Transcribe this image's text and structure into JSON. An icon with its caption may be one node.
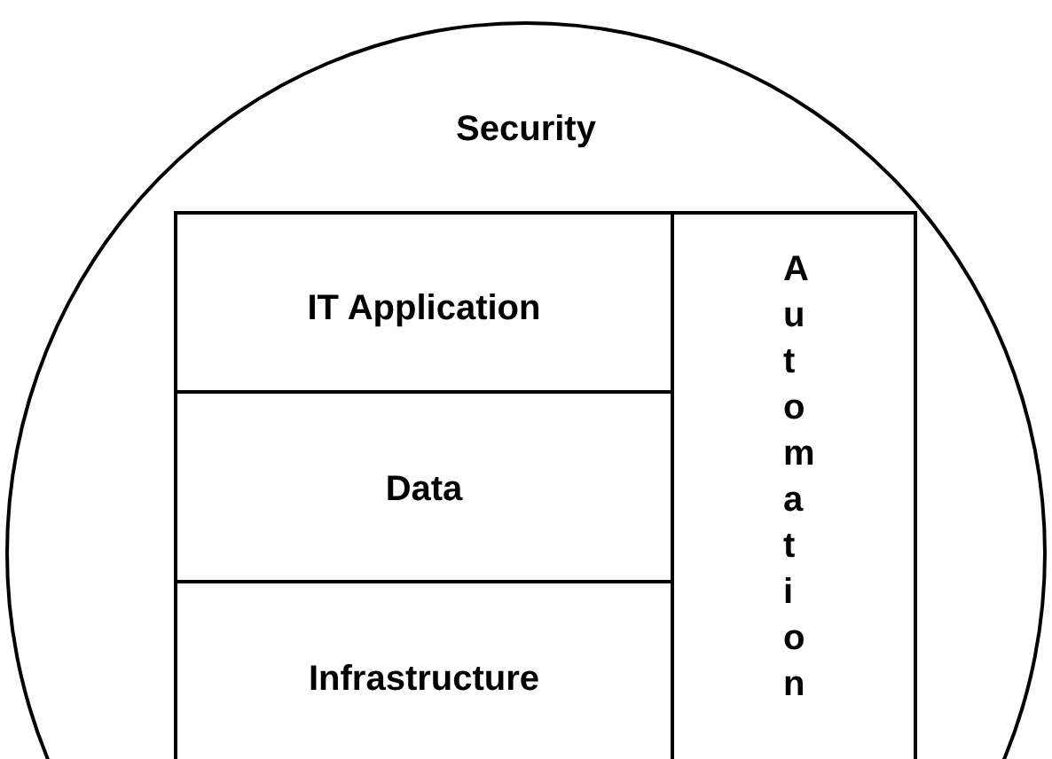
{
  "diagram": {
    "nodes": [
      {
        "text": [
          "Security"
        ]
      },
      {
        "text": [
          "IT Application"
        ],
        "in": 0
      },
      {
        "text": [
          "Data"
        ],
        "in": 0
      },
      {
        "text": [
          "Infrastructure"
        ],
        "in": 0
      },
      {
        "text": [
          "Automation"
        ],
        "in": 0
      }
    ]
  }
}
